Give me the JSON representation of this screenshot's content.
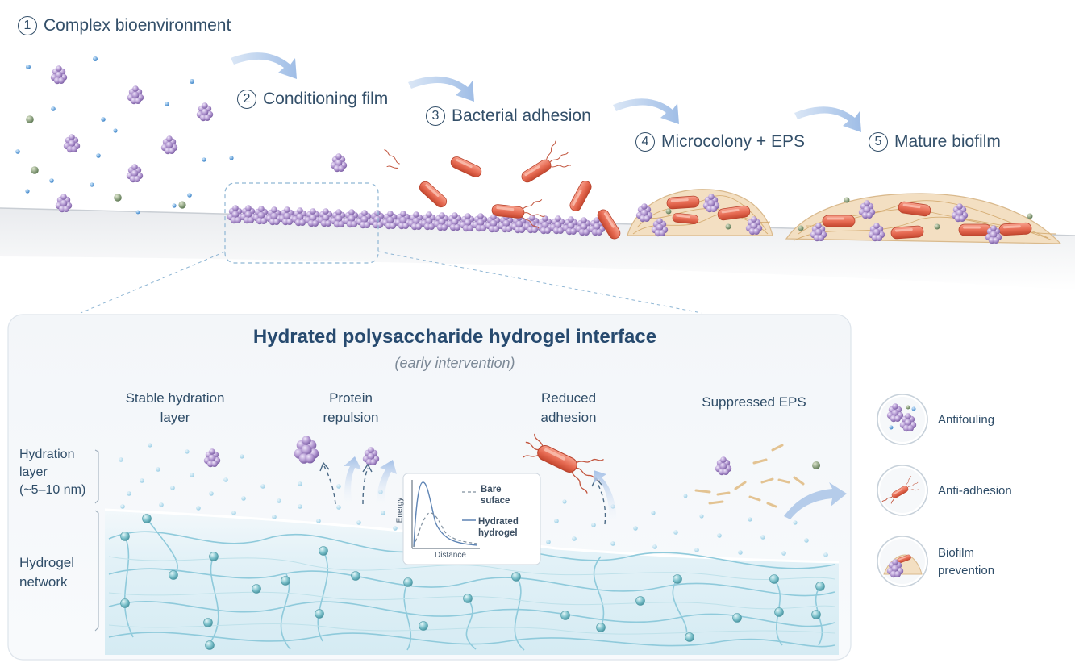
{
  "stages": [
    {
      "num": "1",
      "label": "Complex bioenvironment"
    },
    {
      "num": "2",
      "label": "Conditioning film"
    },
    {
      "num": "3",
      "label": "Bacterial adhesion"
    },
    {
      "num": "4",
      "label": "Microcolony + EPS"
    },
    {
      "num": "5",
      "label": "Mature biofilm"
    }
  ],
  "panel": {
    "title": "Hydrated polysaccharide hydrogel interface",
    "subtitle": "(early intervention)",
    "features": [
      {
        "line1": "Stable hydration",
        "line2": "layer"
      },
      {
        "line1": "Protein",
        "line2": "repulsion"
      },
      {
        "line1": "Reduced",
        "line2": "adhesion"
      },
      {
        "line1": "Suppressed EPS",
        "line2": ""
      }
    ],
    "side_labels": {
      "hydration_1": "Hydration",
      "hydration_2": "layer",
      "hydration_3": "(~5–10 nm)",
      "network_1": "Hydrogel",
      "network_2": "network"
    },
    "inset": {
      "ylabel": "Energy",
      "xlabel": "Distance",
      "series": [
        {
          "line1": "Bare",
          "line2": "suface"
        },
        {
          "line1": "Hydrated",
          "line2": "hydrogel"
        }
      ]
    }
  },
  "legend": [
    {
      "label_1": "Antifouling",
      "label_2": "",
      "icon": "protein-cluster-icon"
    },
    {
      "label_1": "Anti-adhesion",
      "label_2": "",
      "icon": "bacterium-icon"
    },
    {
      "label_1": "Biofilm",
      "label_2": "prevention",
      "icon": "biofilm-icon"
    }
  ],
  "colors": {
    "protein": "#a98fca",
    "bacterium": "#e8634e",
    "eps": "#e9c79a",
    "hydrogel": "#8cc9d9",
    "node": "#6fb9c4",
    "arrow": "#a9c4e6",
    "title": "#274a6f"
  }
}
